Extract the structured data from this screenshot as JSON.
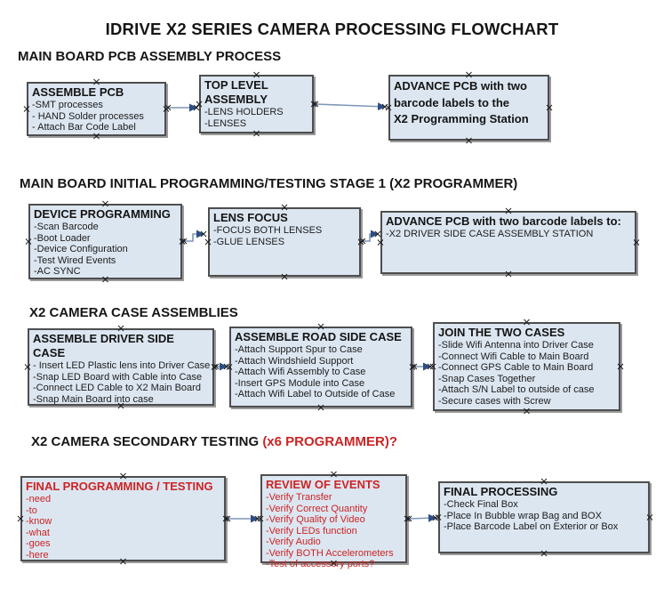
{
  "title": "IDRIVE X2  SERIES CAMERA PROCESSING FLOWCHART",
  "colors": {
    "box_fill": "#dce6f1",
    "box_border": "#4e4e4e",
    "red_text": "#cc2424",
    "connector_line": "#7e96b8",
    "connector_arrowhead": "#2d4d86"
  },
  "sections": [
    {
      "heading": "MAIN BOARD PCB ASSEMBLY PROCESS",
      "boxes": [
        {
          "title": "ASSEMBLE PCB",
          "items": [
            "-SMT processes",
            "- HAND Solder processes",
            "- Attach Bar Code Label"
          ]
        },
        {
          "title": "TOP LEVEL ASSEMBLY",
          "items": [
            "-LENS HOLDERS",
            "-LENSES"
          ]
        },
        {
          "title": "ADVANCE PCB with two\nbarcode labels to the\n X2 Programming Station",
          "items": []
        }
      ]
    },
    {
      "heading": "MAIN BOARD INITIAL PROGRAMMING/TESTING STAGE 1 (X2 PROGRAMMER)",
      "boxes": [
        {
          "title": "DEVICE PROGRAMMING",
          "items": [
            "-Scan Barcode",
            "-Boot Loader",
            "-Device Configuration",
            "-Test Wired Events",
            "-AC SYNC"
          ]
        },
        {
          "title": "LENS FOCUS",
          "items": [
            "-FOCUS BOTH LENSES",
            "-GLUE LENSES"
          ]
        },
        {
          "title": "ADVANCE PCB with two barcode labels to:",
          "items": [
            "-X2 DRIVER  SIDE  CASE  ASSEMBLY STATION"
          ]
        }
      ]
    },
    {
      "heading": "X2 CAMERA CASE ASSEMBLIES",
      "boxes": [
        {
          "title": "ASSEMBLE DRIVER SIDE CASE",
          "items": [
            "- Insert LED Plastic lens into Driver Case",
            "-Snap LED Board with Cable into Case",
            "-Connect LED Cable to X2 Main Board",
            "-Snap Main Board into case"
          ]
        },
        {
          "title": "ASSEMBLE ROAD SIDE CASE",
          "items": [
            "-Attach Support Spur to Case",
            "-Attach Windshield Support",
            "-Attach Wifi Assembly to Case",
            "-Insert GPS Module into Case",
            "-Attach Wifi Label to Outside of Case"
          ]
        },
        {
          "title": "JOIN THE TWO CASES",
          "items": [
            "-Slide Wifi Antenna into Driver Case",
            "-Connect Wifi Cable to Main Board",
            "-Connect GPS Cable to Main Board",
            "-Snap Cases Together",
            "-Attach S/N Label to outside of case",
            "-Secure cases with Screw"
          ]
        }
      ]
    },
    {
      "heading": "X2 CAMERA SECONDARY TESTING ",
      "heading_red": " (x6 PROGRAMMER)?",
      "boxes": [
        {
          "title": "FINAL PROGRAMMING / TESTING",
          "items": [
            "-need",
            "-to",
            "-know",
            "-what",
            "-goes",
            "-here"
          ]
        },
        {
          "title": "REVIEW OF EVENTS",
          "items": [
            "-Verify Transfer",
            "-Verify Correct Quantity",
            "-Verify Quality of Video",
            "-Verify LEDs function",
            "-Verify Audio",
            "-Verify BOTH Accelerometers",
            "-Test of accessory ports?"
          ]
        },
        {
          "title": "FINAL PROCESSING",
          "items": [
            " -Check Final Box",
            "-Place In Bubble wrap Bag and BOX",
            "-Place Barcode Label on Exterior or Box"
          ]
        }
      ]
    }
  ]
}
